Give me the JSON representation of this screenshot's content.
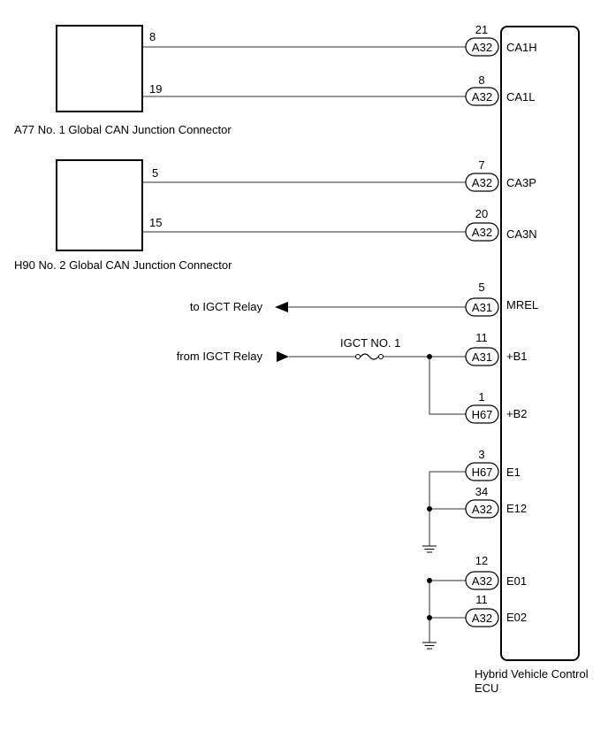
{
  "ecu": {
    "label_line1": "Hybrid Vehicle Control",
    "label_line2": "ECU"
  },
  "components": {
    "a77": {
      "label": "A77  No. 1 Global CAN Junction Connector",
      "pin_top": "8",
      "pin_bottom": "19"
    },
    "h90": {
      "label": "H90  No. 2 Global CAN Junction Connector",
      "pin_top": "5",
      "pin_bottom": "15"
    }
  },
  "fuse": {
    "label": "IGCT NO. 1"
  },
  "external": {
    "to_relay": "to IGCT Relay",
    "from_relay": "from IGCT Relay"
  },
  "terminals": [
    {
      "pin": "21",
      "connector": "A32",
      "name": "CA1H"
    },
    {
      "pin": "8",
      "connector": "A32",
      "name": "CA1L"
    },
    {
      "pin": "7",
      "connector": "A32",
      "name": "CA3P"
    },
    {
      "pin": "20",
      "connector": "A32",
      "name": "CA3N"
    },
    {
      "pin": "5",
      "connector": "A31",
      "name": "MREL"
    },
    {
      "pin": "11",
      "connector": "A31",
      "name": "+B1"
    },
    {
      "pin": "1",
      "connector": "H67",
      "name": "+B2"
    },
    {
      "pin": "3",
      "connector": "H67",
      "name": "E1"
    },
    {
      "pin": "34",
      "connector": "A32",
      "name": "E12"
    },
    {
      "pin": "12",
      "connector": "A32",
      "name": "E01"
    },
    {
      "pin": "11",
      "connector": "A32",
      "name": "E02"
    }
  ]
}
